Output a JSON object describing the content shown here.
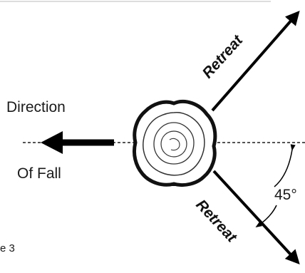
{
  "diagram": {
    "direction_label_line1": "Direction",
    "direction_label_line2": "Of Fall",
    "retreat_upper_label": "Retreat",
    "retreat_lower_label": "Retreat",
    "angle_label": "45°",
    "caption_fragment": "e 3"
  }
}
